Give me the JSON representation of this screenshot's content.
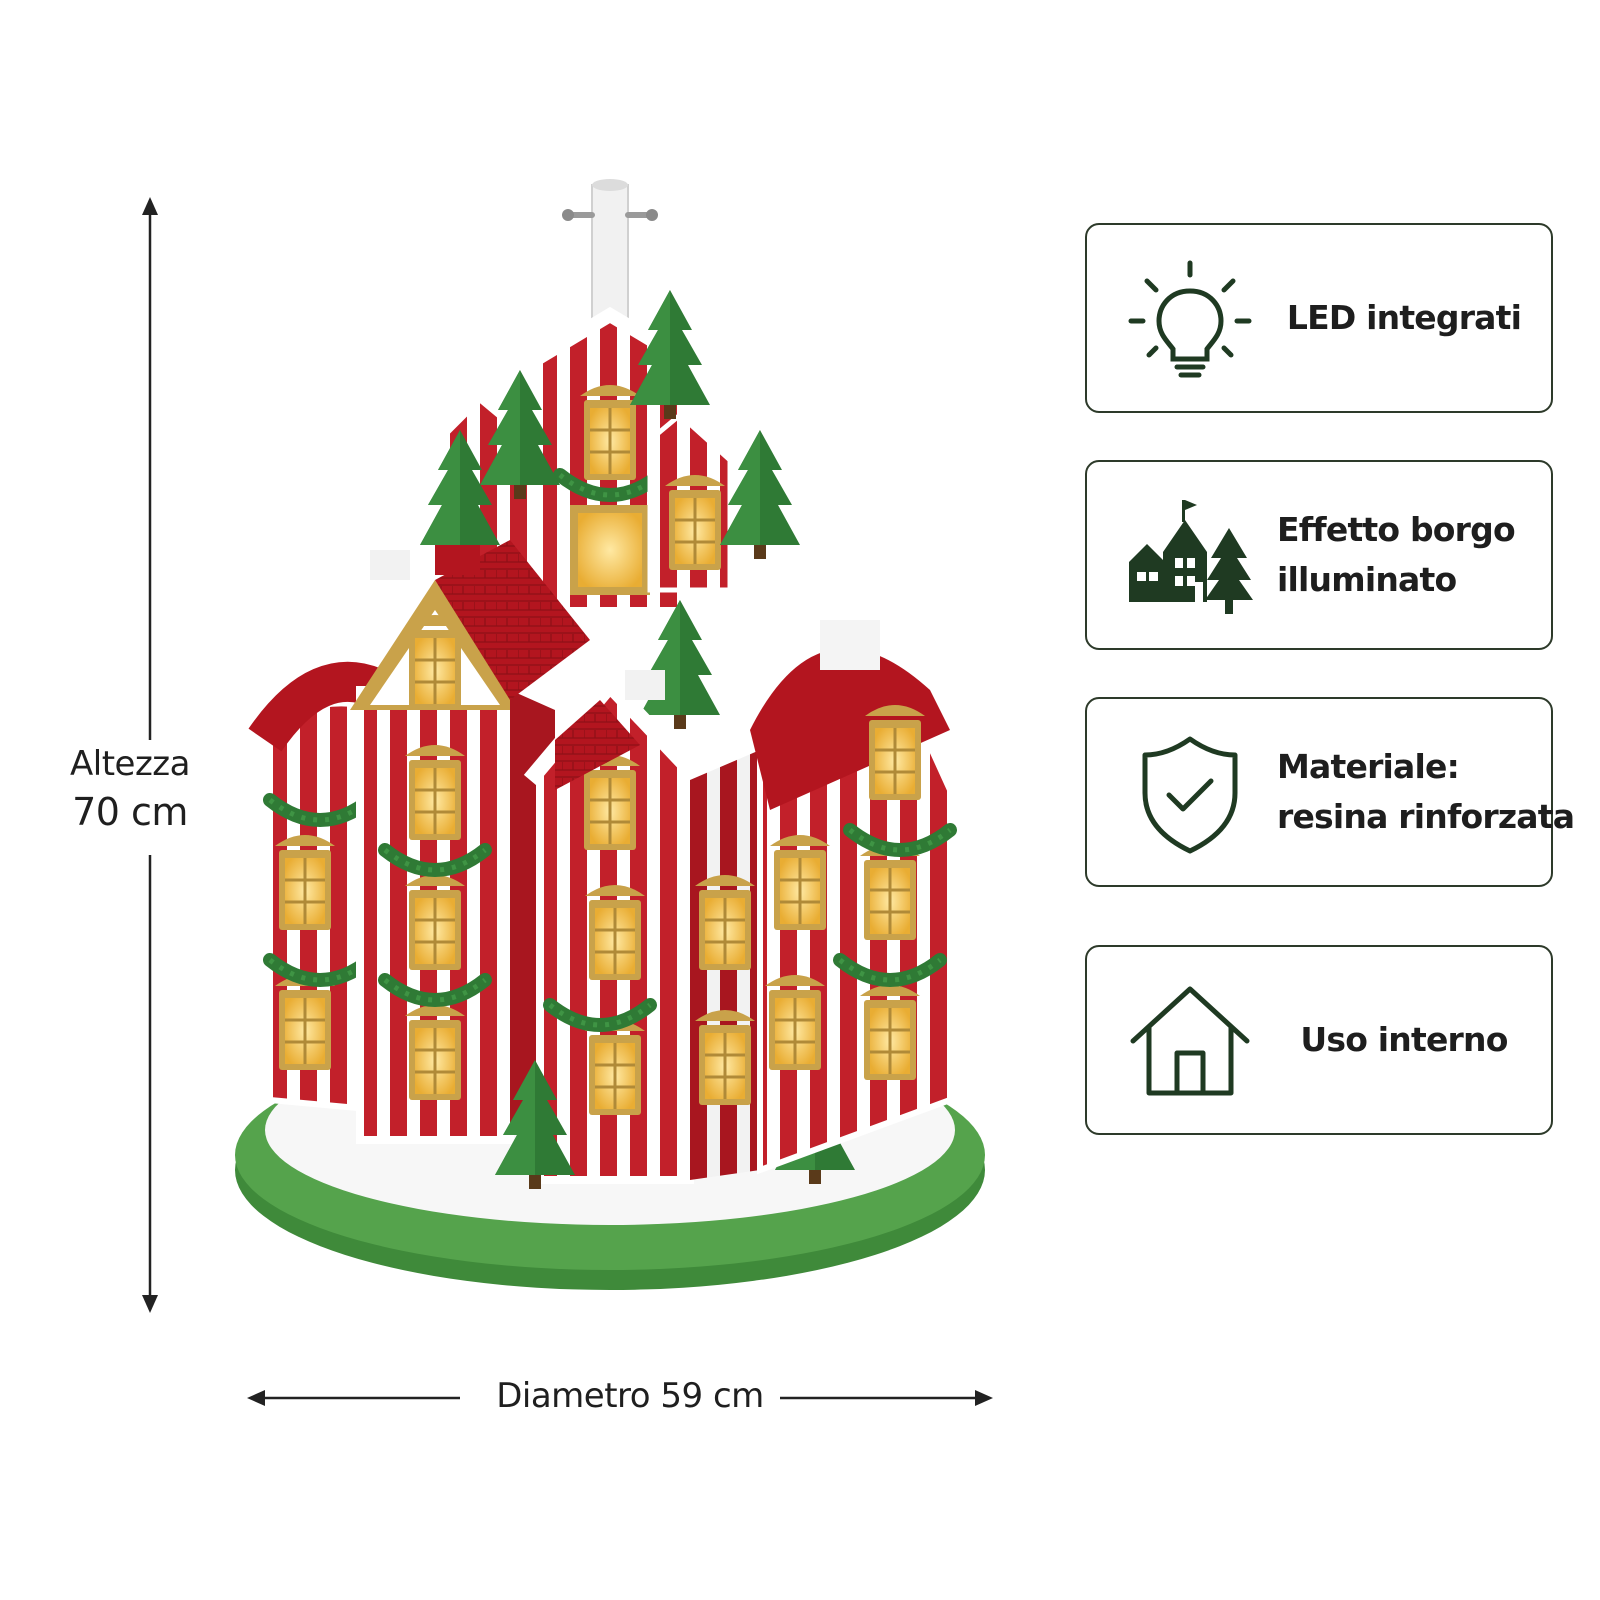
{
  "dimensions": {
    "height_label_1": "Altezza",
    "height_label_2": "70 cm",
    "diameter_label": "Diametro 59 cm"
  },
  "features": [
    {
      "icon": "lightbulb-icon",
      "lines": [
        "LED integrati"
      ]
    },
    {
      "icon": "village-icon",
      "lines": [
        "Effetto borgo",
        "illuminato"
      ]
    },
    {
      "icon": "shield-check-icon",
      "lines": [
        "Materiale:",
        "resina rinforzata"
      ]
    },
    {
      "icon": "house-icon",
      "lines": [
        "Uso interno"
      ]
    }
  ],
  "colors": {
    "house_red": "#c2202a",
    "trim_white": "#ffffff",
    "roof_red": "#b3151f",
    "gold": "#c9a24a",
    "window_glow": "#f4c84a",
    "tree_green": "#2f7a35",
    "base_green": "#4e9a45",
    "icon_dark_green": "#1f3a22",
    "border": "#2d3a2a"
  }
}
